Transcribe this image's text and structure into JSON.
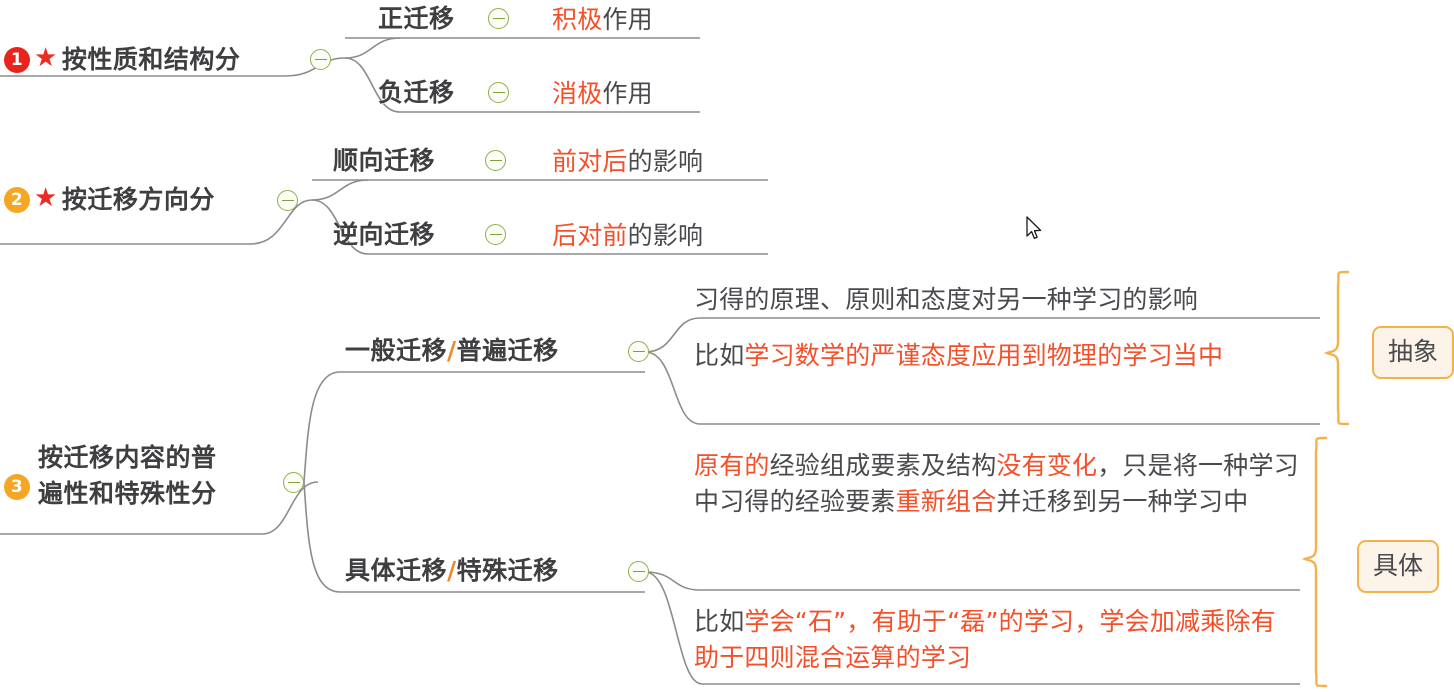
{
  "meta": {
    "kind": "mindmap",
    "colors": {
      "accent_red": "#f4502a",
      "text_dark": "#3f3f42",
      "branch_line": "#8c8c8c",
      "toggle_green": "#8fb04a",
      "badge_red": "#e8241c",
      "badge_orange": "#f5a623",
      "tag_border": "#f3b24a",
      "tag_fill": "#fcf4e8",
      "slash_orange": "#f08a2e"
    }
  },
  "branches": [
    {
      "index": "1",
      "badge_color": "badge-red",
      "star": "★",
      "title": "按性质和结构分",
      "toggle": "collapse-toggle",
      "children": [
        {
          "label": "正迁移",
          "toggle": "collapse-toggle",
          "leaf_hot": "积极",
          "leaf_rest": "作用"
        },
        {
          "label": "负迁移",
          "toggle": "collapse-toggle",
          "leaf_hot": "消极",
          "leaf_rest": "作用"
        }
      ]
    },
    {
      "index": "2",
      "badge_color": "badge-orange",
      "star": "★",
      "title": "按迁移方向分",
      "toggle": "collapse-toggle",
      "children": [
        {
          "label": "顺向迁移",
          "toggle": "collapse-toggle",
          "leaf_hot": "前对后",
          "leaf_rest": "的影响"
        },
        {
          "label": "逆向迁移",
          "toggle": "collapse-toggle",
          "leaf_hot": "后对前",
          "leaf_rest": "的影响"
        }
      ]
    },
    {
      "index": "3",
      "badge_color": "badge-orange",
      "star": "",
      "title_line1": "按迁移内容的普",
      "title_line2": "遍性和特殊性分",
      "toggle": "collapse-toggle",
      "children": [
        {
          "label_a": "一般迁移",
          "slash": "/",
          "label_b": "普遍迁移",
          "toggle": "collapse-toggle"
        },
        {
          "label_a": "具体迁移",
          "slash": "/",
          "label_b": "特殊迁移",
          "toggle": "collapse-toggle"
        }
      ]
    }
  ],
  "details": {
    "general_definition": "习得的原理、原则和态度对另一种学习的影响",
    "general_example_prefix": "比如",
    "general_example_hot_line1": "学习数学的严谨态度应用到物理的学",
    "general_example_hot_line2": "习当中",
    "specific_def_hot1": "原有的",
    "specific_def_mid1": "经验组成要素及结构",
    "specific_def_hot2": "没有变化",
    "specific_def_mid2": "，只",
    "specific_def_line2_plain": "是将一种学习中习得的经验要素",
    "specific_def_line2_hot": "重新组合",
    "specific_def_line3": "并迁移到另一种学习中",
    "specific_example_prefix": "比如",
    "specific_example_hot_line1": "学会“石”，有助于“磊”的学习，学",
    "specific_example_hot_line2": "会加减乘除有助于四则混合运算的学习"
  },
  "tags": [
    {
      "label": "抽象",
      "name": "tag-abstract"
    },
    {
      "label": "具体",
      "name": "tag-concrete"
    }
  ]
}
